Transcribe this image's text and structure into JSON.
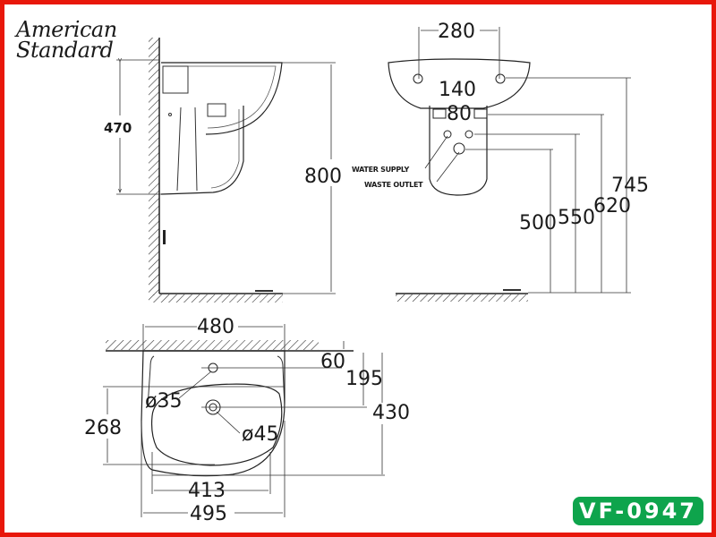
{
  "brand": {
    "line1": "American",
    "line2": "Standard"
  },
  "model_badge": {
    "label": "VF-0947",
    "color": "#0ea44c"
  },
  "frame_color": "#e8170a",
  "side_view": {
    "height_basin": "470",
    "height_total": "800"
  },
  "front_view": {
    "tap_hole_spacing": "280",
    "bracket_spacing": "140",
    "supply_spacing": "80",
    "height_waste": "500",
    "height_supply": "550",
    "height_bracket": "620",
    "height_tap": "745",
    "label_water_supply": "WATER SUPPLY",
    "label_waste_outlet": "WASTE OUTLET"
  },
  "top_view": {
    "width_inner_top": "480",
    "tap_offset": "60",
    "drain_offset": "195",
    "depth": "430",
    "bowl_depth": "268",
    "tap_hole_dia": "ø35",
    "drain_dia": "ø45",
    "bowl_width": "413",
    "width_total": "495"
  }
}
